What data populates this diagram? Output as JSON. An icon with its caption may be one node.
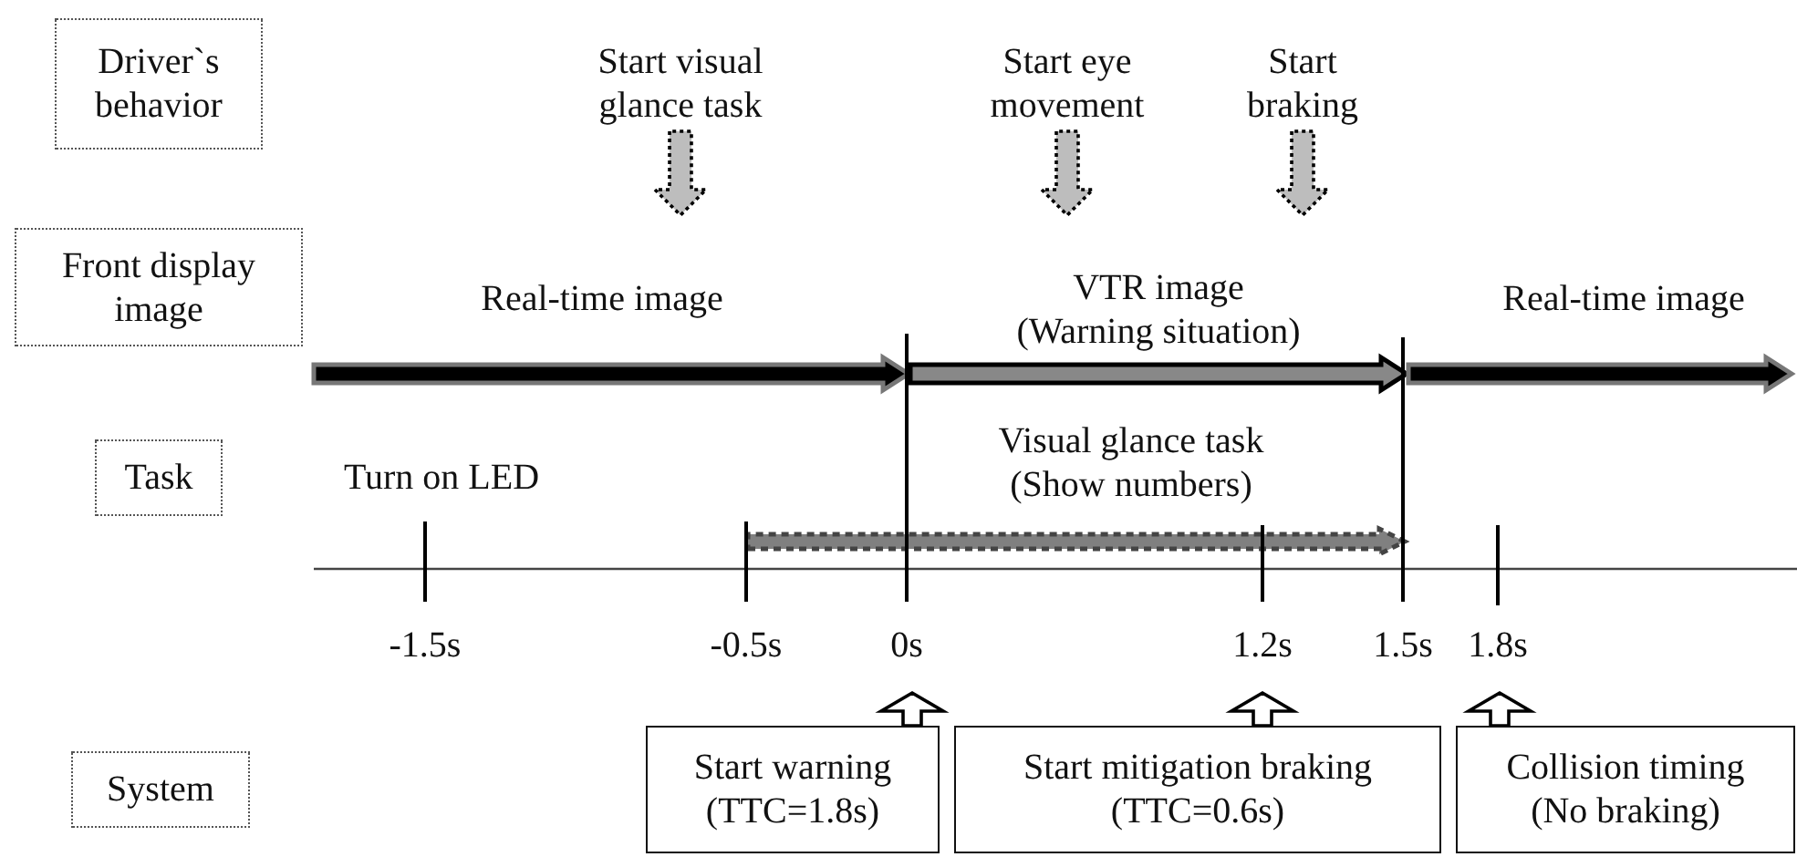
{
  "diagram": {
    "nodes": [
      {
        "text": [
          "Driver`s behavior"
        ]
      },
      {
        "text": [
          "Front display image"
        ]
      },
      {
        "text": [
          "Task"
        ]
      },
      {
        "text": [
          "System"
        ]
      },
      {
        "text": [
          "Start visual glance task"
        ]
      },
      {
        "text": [
          "Start eye movement"
        ]
      },
      {
        "text": [
          "Start braking"
        ]
      },
      {
        "text": [
          "Start warning (TTC=1.8s)"
        ]
      },
      {
        "text": [
          "Start mitigation braking (TTC=0.6s)"
        ]
      },
      {
        "text": [
          "Collision timing (No braking)"
        ]
      }
    ],
    "edges": [
      {
        "from": 4,
        "to": null,
        "arrow": "to",
        "style": "dashed"
      },
      {
        "from": 5,
        "to": null,
        "arrow": "to",
        "style": "dashed"
      },
      {
        "from": 6,
        "to": null,
        "arrow": "to",
        "style": "dashed"
      },
      {
        "from": 7,
        "to": null,
        "arrow": "to"
      },
      {
        "from": 8,
        "to": null,
        "arrow": "to"
      },
      {
        "from": 9,
        "to": null,
        "arrow": "to"
      }
    ],
    "labels": [
      "Real-time image",
      "VTR image (Warning situation)",
      "Real-time image",
      "Turn on LED",
      "Visual glance task (Show numbers)",
      "-1.5s",
      "-0.5s",
      "0s",
      "1.2s",
      "1.5s",
      "1.8s"
    ]
  }
}
